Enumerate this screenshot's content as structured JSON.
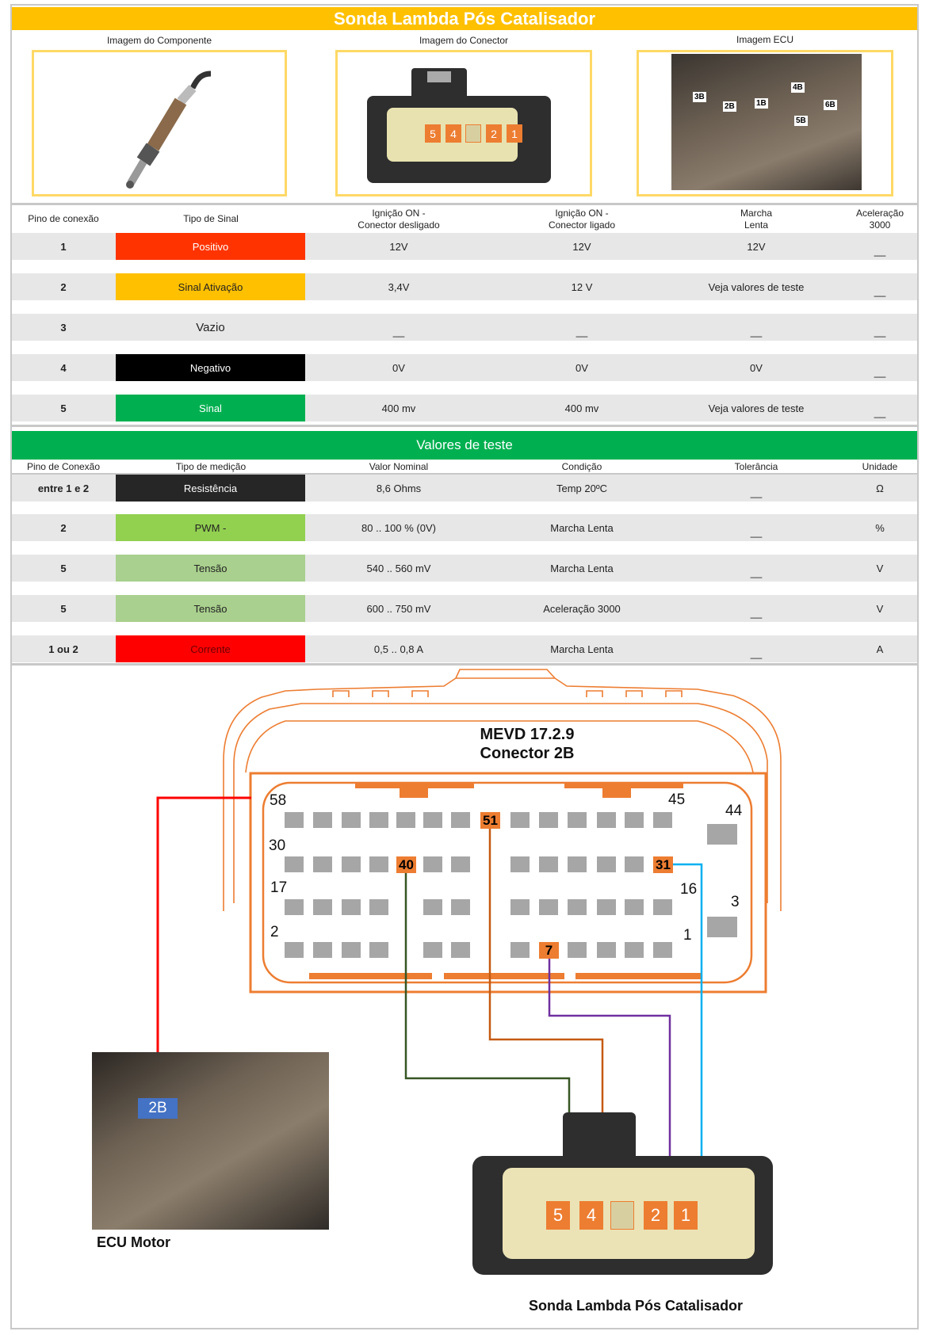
{
  "title": "Sonda Lambda Pós Catalisador",
  "images": {
    "component_label": "Imagem do Componente",
    "connector_label": "Imagem do Conector",
    "ecu_label": "Imagem ECU",
    "connector_pins": [
      "5",
      "4",
      "",
      "2",
      "1"
    ],
    "ecu_tags": [
      "3B",
      "2B",
      "1B",
      "4B",
      "6B",
      "5B"
    ]
  },
  "pin_table": {
    "headers": [
      "Pino de conexão",
      "Tipo de Sinal",
      "Ignição ON -\nConector desligado",
      "Ignição ON -\nConector ligado",
      "Marcha\nLenta",
      "Aceleração\n3000"
    ],
    "rows": [
      {
        "pin": "1",
        "signal": "Positivo",
        "color": "#ff3300",
        "text_color": "#ffffff",
        "ign_off": "12V",
        "ign_on": "12V",
        "idle": "12V",
        "accel": "__"
      },
      {
        "pin": "2",
        "signal": "Sinal Ativação",
        "color": "#ffc000",
        "text_color": "#222222",
        "ign_off": "3,4V",
        "ign_on": "12 V",
        "idle": "Veja valores de teste",
        "accel": "__"
      },
      {
        "pin": "3",
        "signal": "Vazio",
        "color": "",
        "text_color": "#222222",
        "ign_off": "__",
        "ign_on": "__",
        "idle": "__",
        "accel": "__"
      },
      {
        "pin": "4",
        "signal": "Negativo",
        "color": "#000000",
        "text_color": "#ffffff",
        "ign_off": "0V",
        "ign_on": "0V",
        "idle": "0V",
        "accel": "__"
      },
      {
        "pin": "5",
        "signal": "Sinal",
        "color": "#00b050",
        "text_color": "#ffffff",
        "ign_off": "400 mv",
        "ign_on": "400 mv",
        "idle": "Veja valores de teste",
        "accel": "__"
      }
    ]
  },
  "test_table": {
    "title": "Valores de teste",
    "headers": [
      "Pino de Conexão",
      "Tipo de medição",
      "Valor Nominal",
      "Condição",
      "Tolerância",
      "Unidade"
    ],
    "rows": [
      {
        "pin": "entre 1 e 2",
        "type": "Resistência",
        "color": "#262626",
        "text_color": "#ffffff",
        "nominal": "8,6 Ohms",
        "condition": "Temp 20ºC",
        "tolerance": "__",
        "unit": "Ω"
      },
      {
        "pin": "2",
        "type": "PWM -",
        "color": "#92d050",
        "text_color": "#222222",
        "nominal": "80 .. 100 % (0V)",
        "condition": "Marcha Lenta",
        "tolerance": "__",
        "unit": "%"
      },
      {
        "pin": "5",
        "type": "Tensão",
        "color": "#a9d08e",
        "text_color": "#222222",
        "nominal": "540 .. 560 mV",
        "condition": "Marcha Lenta",
        "tolerance": "__",
        "unit": "V"
      },
      {
        "pin": "5",
        "type": "Tensão",
        "color": "#a9d08e",
        "text_color": "#222222",
        "nominal": "600 .. 750 mV",
        "condition": "Aceleração 3000",
        "tolerance": "__",
        "unit": "V"
      },
      {
        "pin": "1 ou 2",
        "type": "Corrente",
        "color": "#ff0000",
        "text_color": "#6b0000",
        "nominal": "0,5 .. 0,8 A",
        "condition": "Marcha Lenta",
        "tolerance": "__",
        "unit": "A"
      }
    ]
  },
  "diagram": {
    "ecu_title": "MEVD 17.2.9",
    "ecu_subtitle": "Conector 2B",
    "row_labels": [
      "58",
      "45",
      "44",
      "30",
      "17",
      "16",
      "3",
      "2",
      "1"
    ],
    "highlighted_pins": [
      "51",
      "40",
      "31",
      "7"
    ],
    "ecu_photo_tag": "2B",
    "ecu_caption": "ECU Motor",
    "sensor_pins": [
      "5",
      "4",
      "",
      "2",
      "1"
    ],
    "sensor_caption": "Sonda Lambda Pós Catalisador",
    "wire_colors": {
      "pin1": "#00b0f0",
      "pin2": "#7030a0",
      "pin4": "#c55a11",
      "pin5": "#375623",
      "ecu": "#ff0000"
    }
  }
}
